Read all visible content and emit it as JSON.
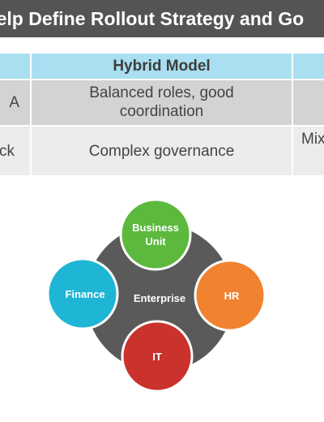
{
  "slide": {
    "title": "Help Define Rollout Strategy and Go"
  },
  "table": {
    "columns": [
      "",
      "Hybrid Model",
      ""
    ],
    "rows": [
      [
        "A",
        "Balanced roles, good coordination",
        ""
      ],
      [
        "ck",
        "Complex governance",
        "Mix"
      ]
    ]
  },
  "diagram": {
    "center_label": "Enterprise",
    "nodes": [
      {
        "label_line1": "Business",
        "label_line2": "Unit",
        "color": "#5cb93d"
      },
      {
        "label": "Finance",
        "color": "#1fb5d4"
      },
      {
        "label": "HR",
        "color": "#f08230"
      },
      {
        "label": "IT",
        "color": "#c9322d"
      }
    ],
    "center_color": "#5a5a5a"
  }
}
